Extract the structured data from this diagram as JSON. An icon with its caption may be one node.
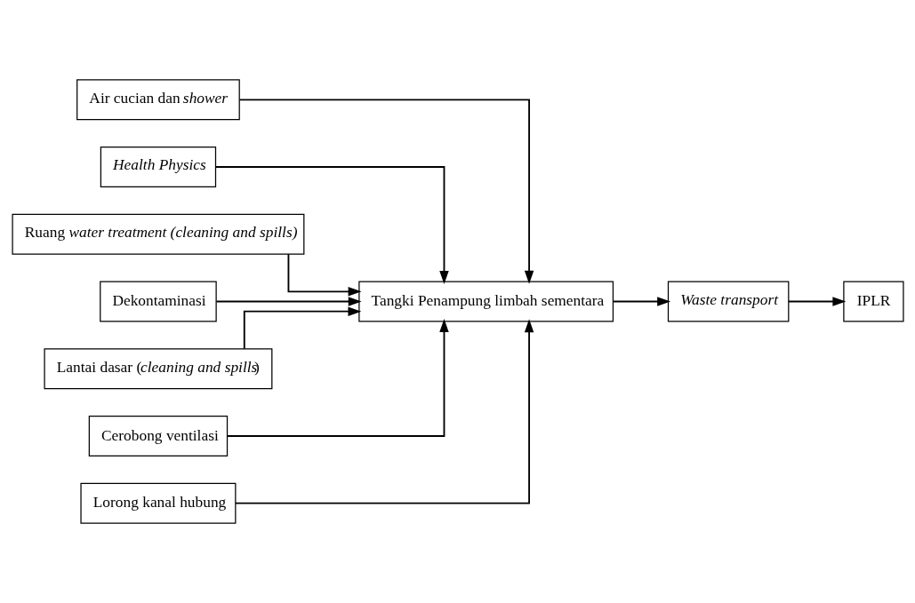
{
  "diagram": {
    "nodes": [
      {
        "text": [
          "Air cucian dan *shower*"
        ]
      },
      {
        "text": [
          "Health Physics"
        ]
      },
      {
        "text": [
          "Ruang *water treatment (cleaning and spills)*"
        ]
      },
      {
        "text": [
          "Dekontaminasi"
        ]
      },
      {
        "text": [
          "Tangki Penampung limbah sementara"
        ]
      },
      {
        "text": [
          "Waste transport"
        ]
      },
      {
        "text": [
          "Lantai dasar (*cleaning and spills*)"
        ]
      },
      {
        "text": [
          "Cerobong ventilasi"
        ]
      },
      {
        "text": [
          "IPLR"
        ]
      },
      {
        "text": [
          "Lorong kanal hubung"
        ]
      }
    ],
    "edges": [
      {
        "from": 0,
        "to": 4,
        "arrow": "to"
      },
      {
        "from": 2,
        "to": 4,
        "arrow": "to"
      },
      {
        "from": 1,
        "to": 4,
        "arrow": "to"
      },
      {
        "from": 3,
        "to": 4,
        "arrow": "to"
      },
      {
        "from": 4,
        "to": 5,
        "arrow": "to"
      },
      {
        "from": 7,
        "to": 4,
        "arrow": "to"
      },
      {
        "from": 5,
        "to": 8,
        "arrow": "to"
      },
      {
        "from": 6,
        "to": 4,
        "arrow": "to"
      },
      {
        "from": 9,
        "to": 4,
        "arrow": "to"
      }
    ]
  }
}
